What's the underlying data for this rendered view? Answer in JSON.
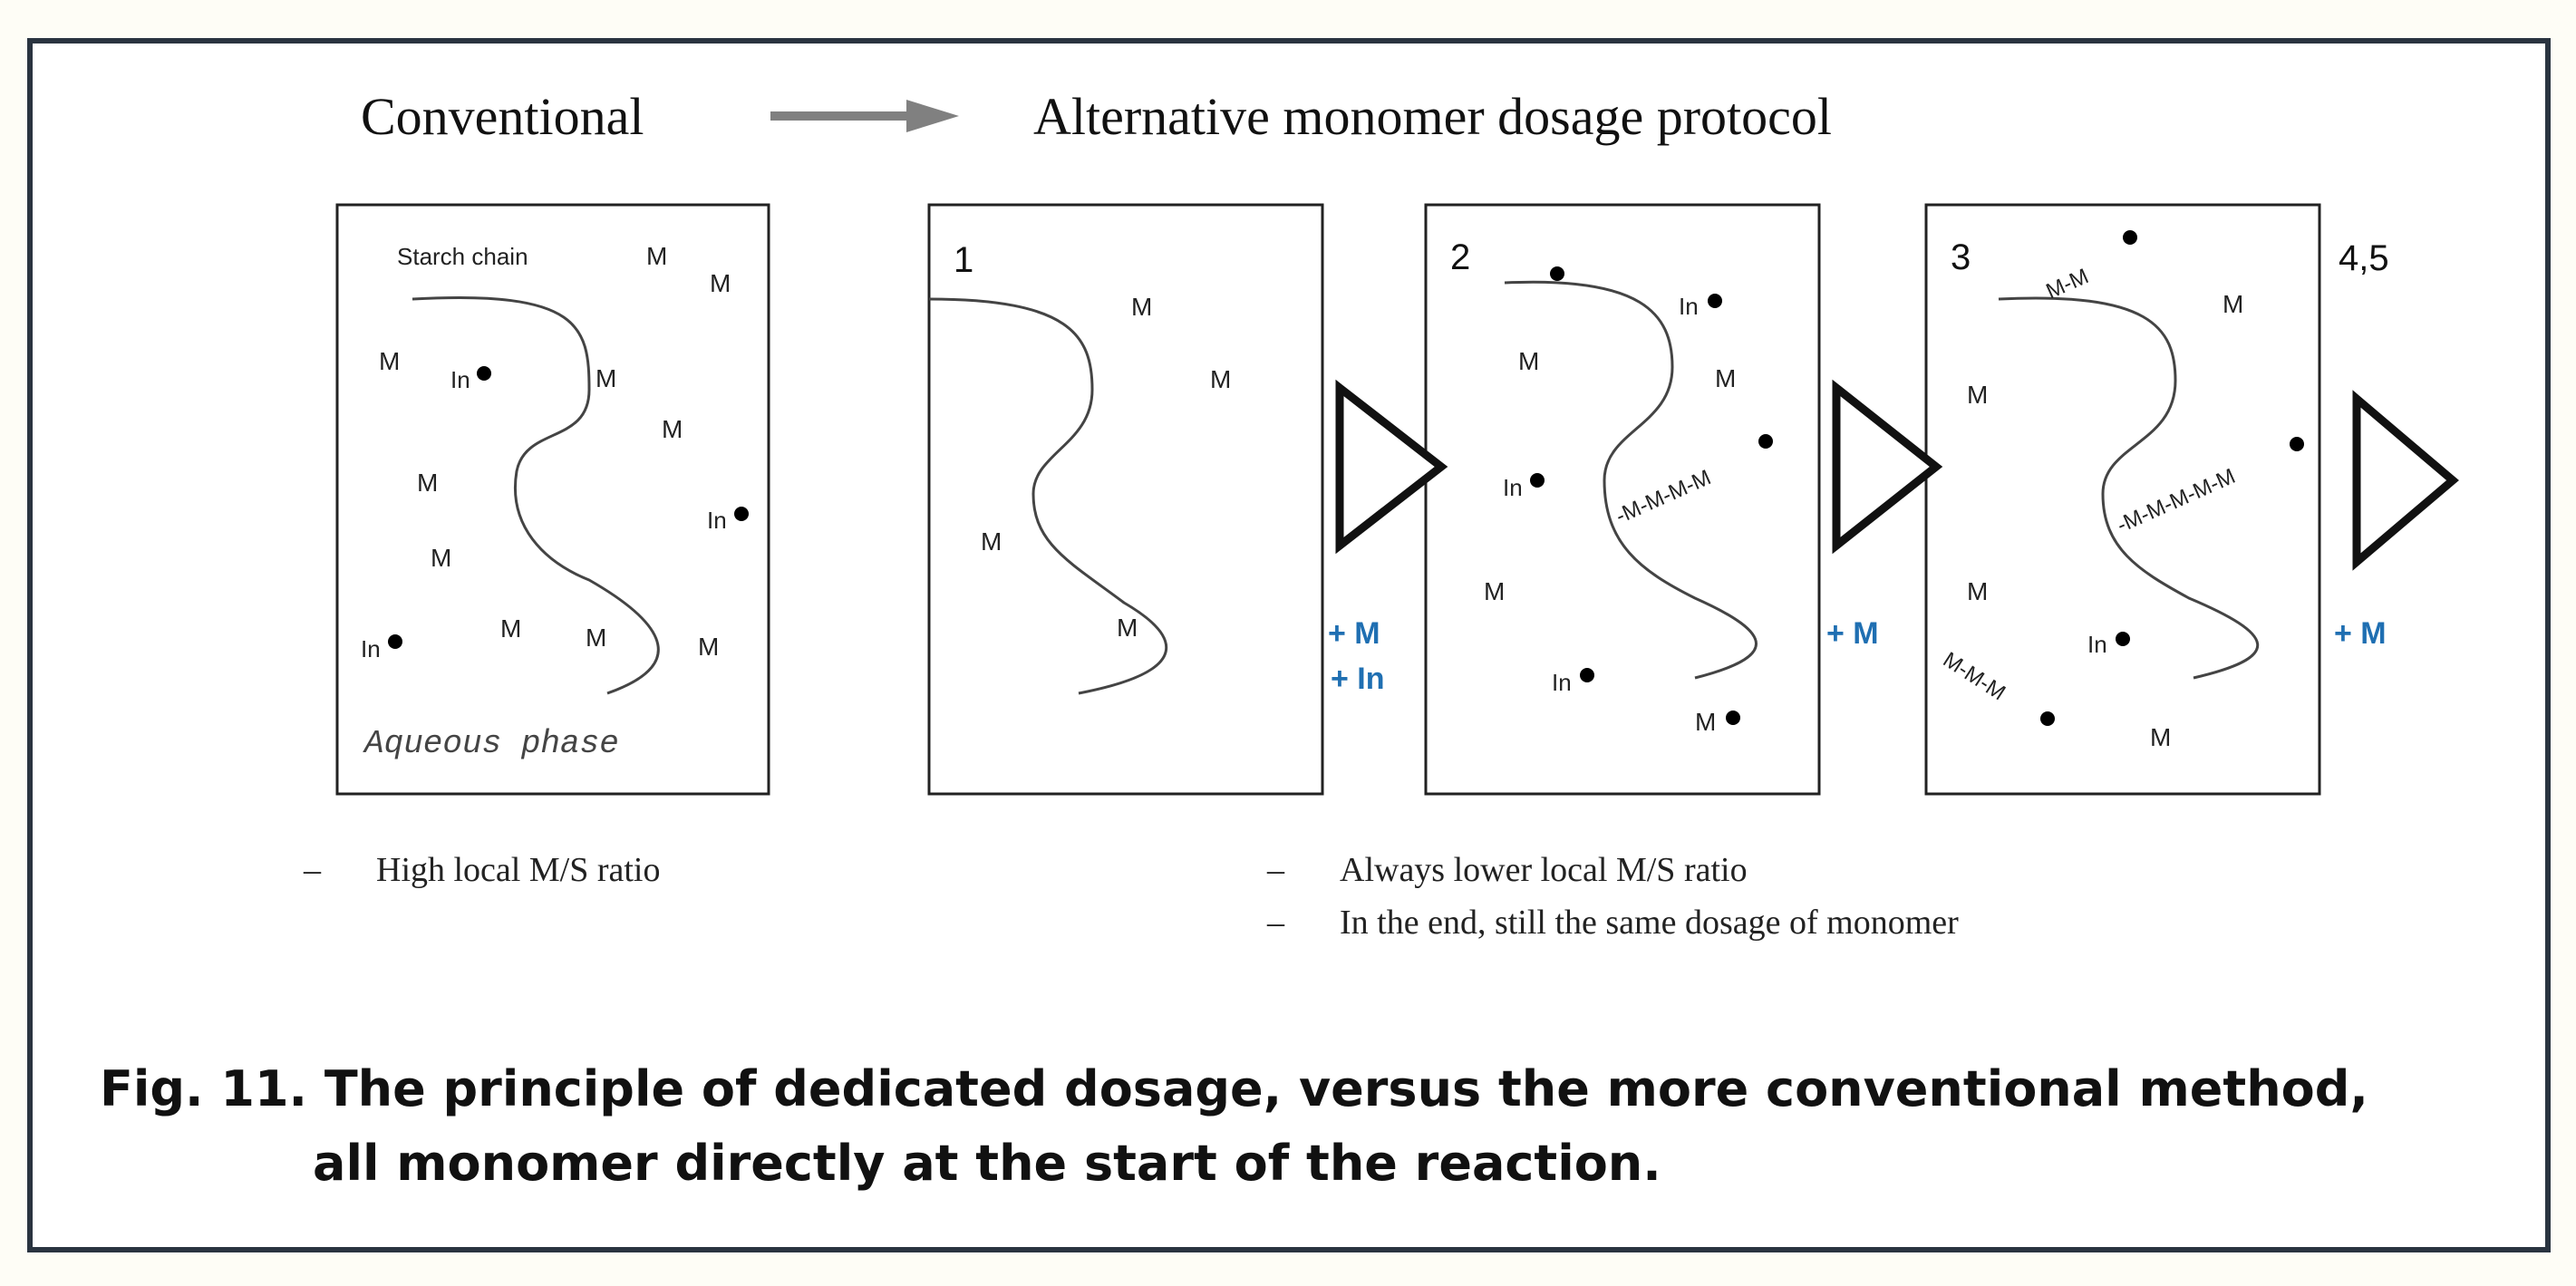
{
  "header": {
    "left": "Conventional",
    "right": "Alternative monomer dosage protocol"
  },
  "panels": {
    "conventional": {
      "starch_label": "Starch chain",
      "phase_label": "Aqueous phase",
      "monomer": "M",
      "initiator": "In"
    },
    "step1": {
      "number": "1",
      "monomer": "M"
    },
    "step2": {
      "number": "2",
      "monomer": "M",
      "initiator": "In",
      "chain": "-M-M-M-M"
    },
    "step3": {
      "number": "3",
      "monomer": "M",
      "initiator": "In",
      "chain_long": "-M-M-M-M-M",
      "chain_short": "M-M",
      "chain_free": "M-M-M"
    },
    "step45": {
      "number": "4,5"
    }
  },
  "additions": {
    "after_1": [
      "+ M",
      "+ In"
    ],
    "after_2": [
      "+ M"
    ],
    "after_3": [
      "+ M"
    ]
  },
  "notes": {
    "conventional": [
      "High local M/S ratio"
    ],
    "alternative": [
      "Always lower local M/S ratio",
      "In the end, still the same dosage of monomer"
    ],
    "dash": "–"
  },
  "caption": {
    "line1": "Fig. 11. The principle of dedicated dosage, versus the more conventional method,",
    "line2": "all monomer directly at the start of the reaction."
  },
  "colors": {
    "frame": "#2a3440",
    "arrow": "#808080",
    "addition": "#1f6fb2"
  }
}
